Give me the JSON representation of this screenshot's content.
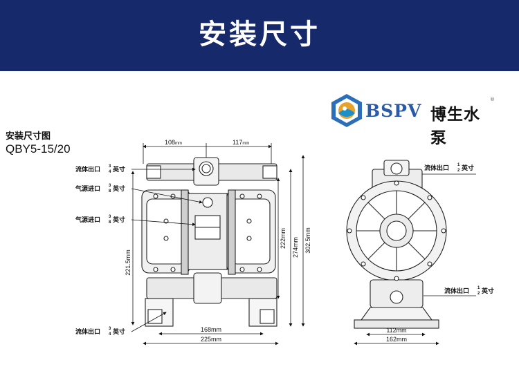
{
  "banner": {
    "title": "安装尺寸",
    "background": "#16296b"
  },
  "logo": {
    "brand": "BSPV",
    "name_cn": "博生水泵",
    "reg": "®"
  },
  "section": {
    "heading": "安装尺寸图",
    "model": "QBY5-15/20"
  },
  "front_view": {
    "dims": {
      "top_left": "108",
      "top_right": "117",
      "top_unit": "mm",
      "h_222": "222mm",
      "h_274": "274mm",
      "h_302": "302.5mm",
      "h_221": "221.5mm",
      "w_168": "168mm",
      "w_225": "225mm"
    },
    "callouts": [
      {
        "prefix": "流体出口",
        "num": "3",
        "den": "4",
        "suffix": "英寸"
      },
      {
        "prefix": "气源进口",
        "num": "3",
        "den": "8",
        "suffix": "英寸"
      },
      {
        "prefix": "气源进口",
        "num": "3",
        "den": "8",
        "suffix": "英寸"
      },
      {
        "prefix": "流体出口",
        "num": "3",
        "den": "4",
        "suffix": "英寸"
      }
    ]
  },
  "side_view": {
    "dims": {
      "w_112": "112mm",
      "w_162": "162mm"
    },
    "callouts": [
      {
        "prefix": "流体出口",
        "num": "1",
        "den": "2",
        "suffix": "英寸"
      },
      {
        "prefix": "流体出口",
        "num": "1",
        "den": "2",
        "suffix": "英寸"
      }
    ]
  }
}
